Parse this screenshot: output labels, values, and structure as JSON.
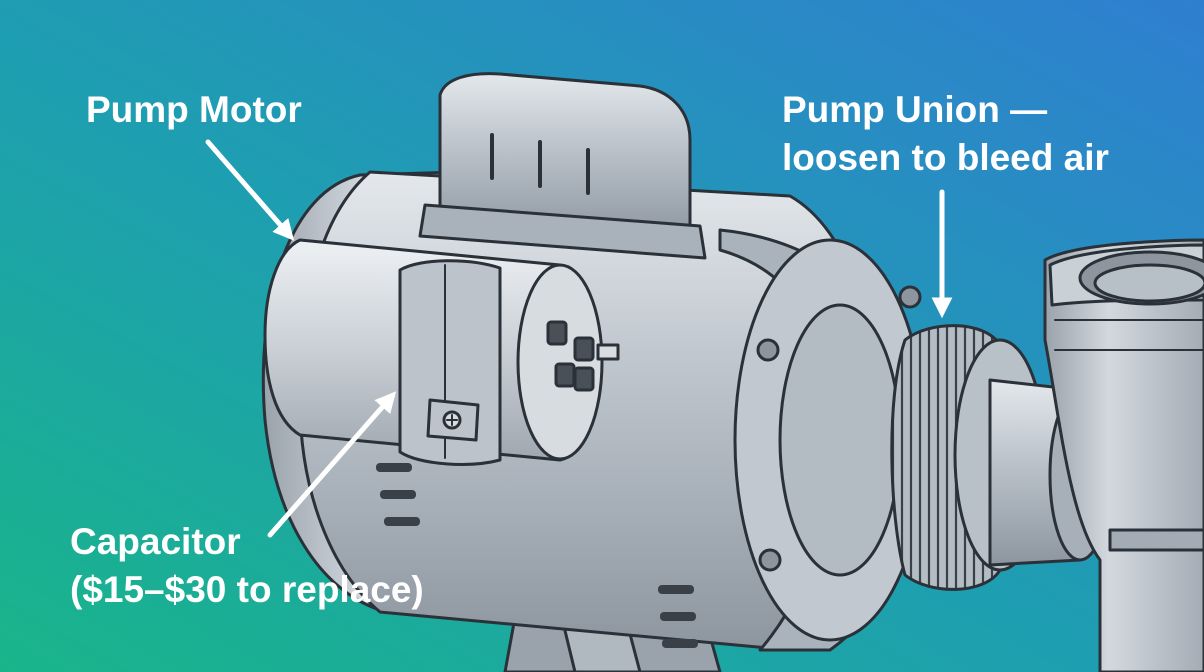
{
  "labels": {
    "pump_motor": "Pump Motor",
    "pump_union_line1": "Pump Union —",
    "pump_union_line2": "loosen to bleed air",
    "capacitor_line1": "Capacitor",
    "capacitor_line2": "($15–$30 to replace)"
  },
  "colors": {
    "background_left": "#17b08a",
    "background_right": "#2f7fd0",
    "metal": "#b9c1c9",
    "outline": "#2b3138",
    "label_text": "#ffffff"
  }
}
